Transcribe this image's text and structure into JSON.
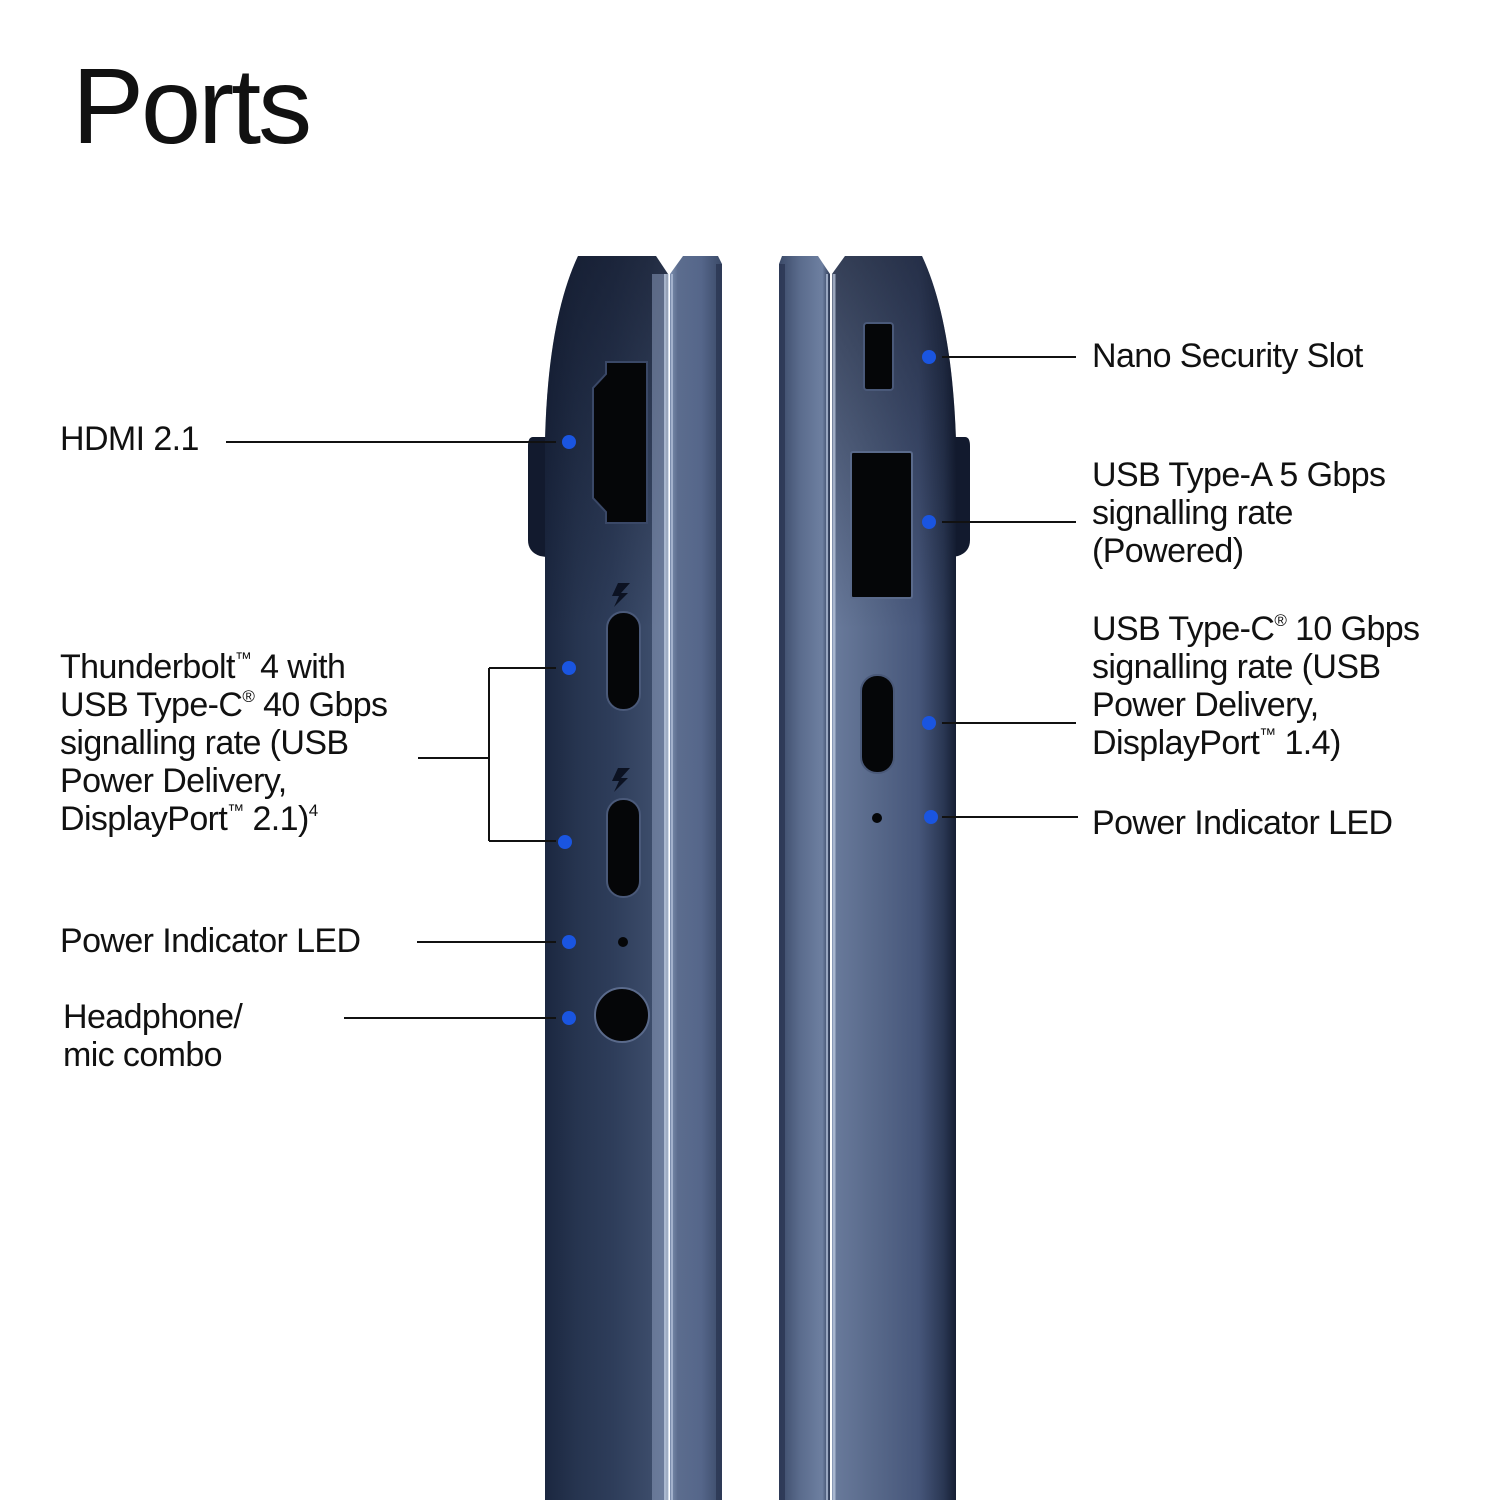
{
  "page": {
    "title": "Ports"
  },
  "left_side": {
    "hdmi": {
      "text": "HDMI 2.1"
    },
    "thunderbolt": {
      "line1_a": "Thunderbolt",
      "line1_tm": "™",
      "line1_b": " 4 with",
      "line2_a": "USB Type-C",
      "line2_reg": "®",
      "line2_b": " 40 Gbps",
      "line3": "signalling rate (USB",
      "line4": "Power Delivery,",
      "line5_a": "DisplayPort",
      "line5_tm": "™",
      "line5_b": " 2.1)",
      "line5_note": "4"
    },
    "power_led": {
      "text": "Power Indicator LED"
    },
    "headphone": {
      "line1": "Headphone/",
      "line2": "mic combo"
    }
  },
  "right_side": {
    "nano_security": {
      "text": "Nano Security Slot"
    },
    "usb_a": {
      "line1": "USB Type-A 5 Gbps",
      "line2": "signalling rate",
      "line3": "(Powered)"
    },
    "usb_c": {
      "line1_a": "USB Type-C",
      "line1_reg": "®",
      "line1_b": " 10 Gbps",
      "line2": "signalling rate (USB",
      "line3": "Power Delivery,",
      "line4_a": "DisplayPort",
      "line4_tm": "™",
      "line4_b": " 1.4)"
    },
    "power_led": {
      "text": "Power Indicator LED"
    }
  },
  "icons": {
    "thunderbolt": "thunderbolt-icon",
    "marker": "blue-dot-marker"
  },
  "colors": {
    "marker": "#1a55e0",
    "chassis_dark": "#1e2b45",
    "chassis_light": "#6b7c9a",
    "port_black": "#050608",
    "leader_line": "#111111"
  }
}
